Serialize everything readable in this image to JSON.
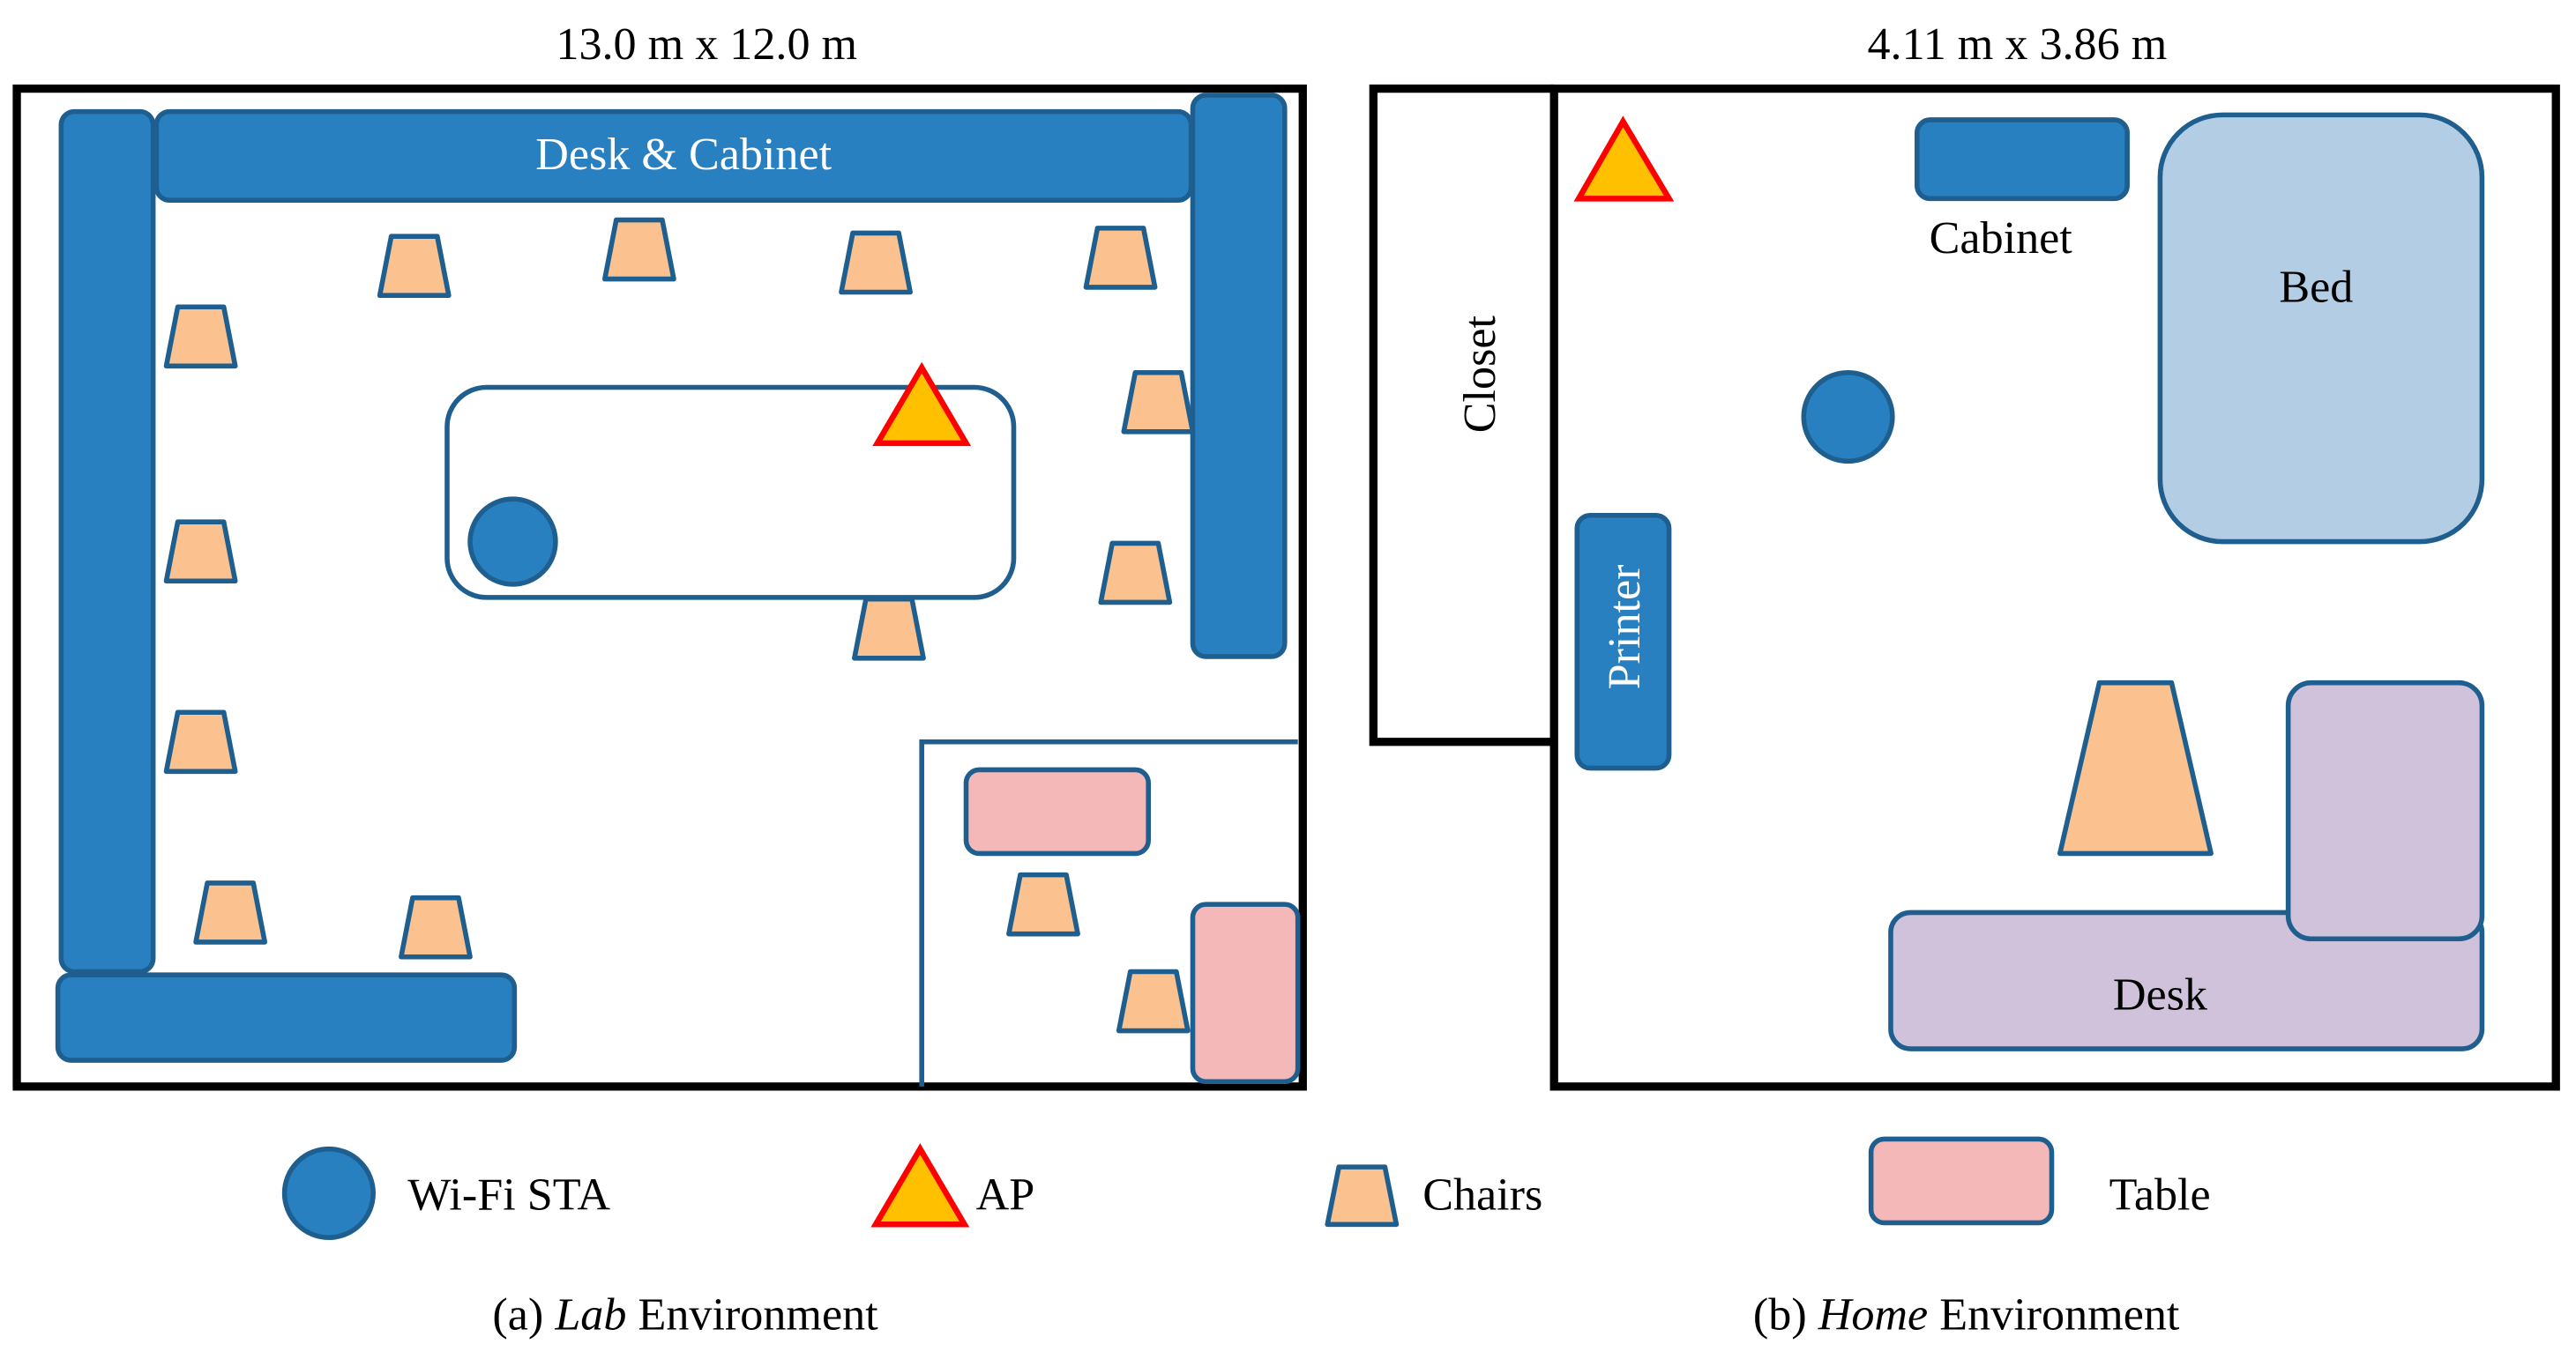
{
  "lab": {
    "dimensions": "13.0 m x 12.0 m",
    "desk_label": "Desk & Cabinet",
    "caption_prefix": "(a) ",
    "caption_italic": "Lab",
    "caption_suffix": " Environment"
  },
  "home": {
    "dimensions": "4.11 m x 3.86 m",
    "closet_label": "Closet",
    "cabinet_label": "Cabinet",
    "bed_label": "Bed",
    "printer_label": "Printer",
    "desk_label": "Desk",
    "caption_prefix": "(b) ",
    "caption_italic": "Home",
    "caption_suffix": " Environment"
  },
  "legend": {
    "sta": "Wi-Fi STA",
    "ap": "AP",
    "chairs": "Chairs",
    "table": "Table"
  },
  "colors": {
    "furniture_blue": "#2880c0",
    "chair": "#fbc28f",
    "table": "#f4b8b8",
    "bed": "#b3cde4",
    "desk": "#d1c2dc",
    "ap_fill": "#ffc000",
    "ap_stroke": "#ff0000"
  }
}
